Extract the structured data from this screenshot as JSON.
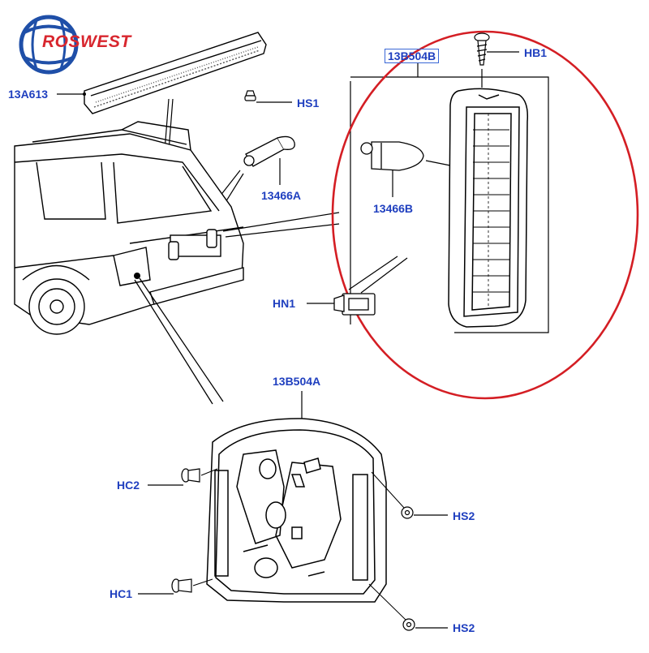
{
  "brand": {
    "name": "ROSWEST",
    "color": "#d8262e",
    "accent": "#1f4fa8"
  },
  "colors": {
    "label": "#1f3fbf",
    "highlight_circle": "#d41e24",
    "line": "#000000"
  },
  "labels": {
    "hs1": "HS1",
    "p13a613": "13A613",
    "p13466a": "13466A",
    "p13b504b": "13B504B",
    "hb1": "HB1",
    "p13466b": "13466B",
    "hn1": "HN1",
    "p13b504a": "13B504A",
    "hc2": "HC2",
    "hs2_top": "HS2",
    "hc1": "HC1",
    "hs2_bottom": "HS2"
  }
}
